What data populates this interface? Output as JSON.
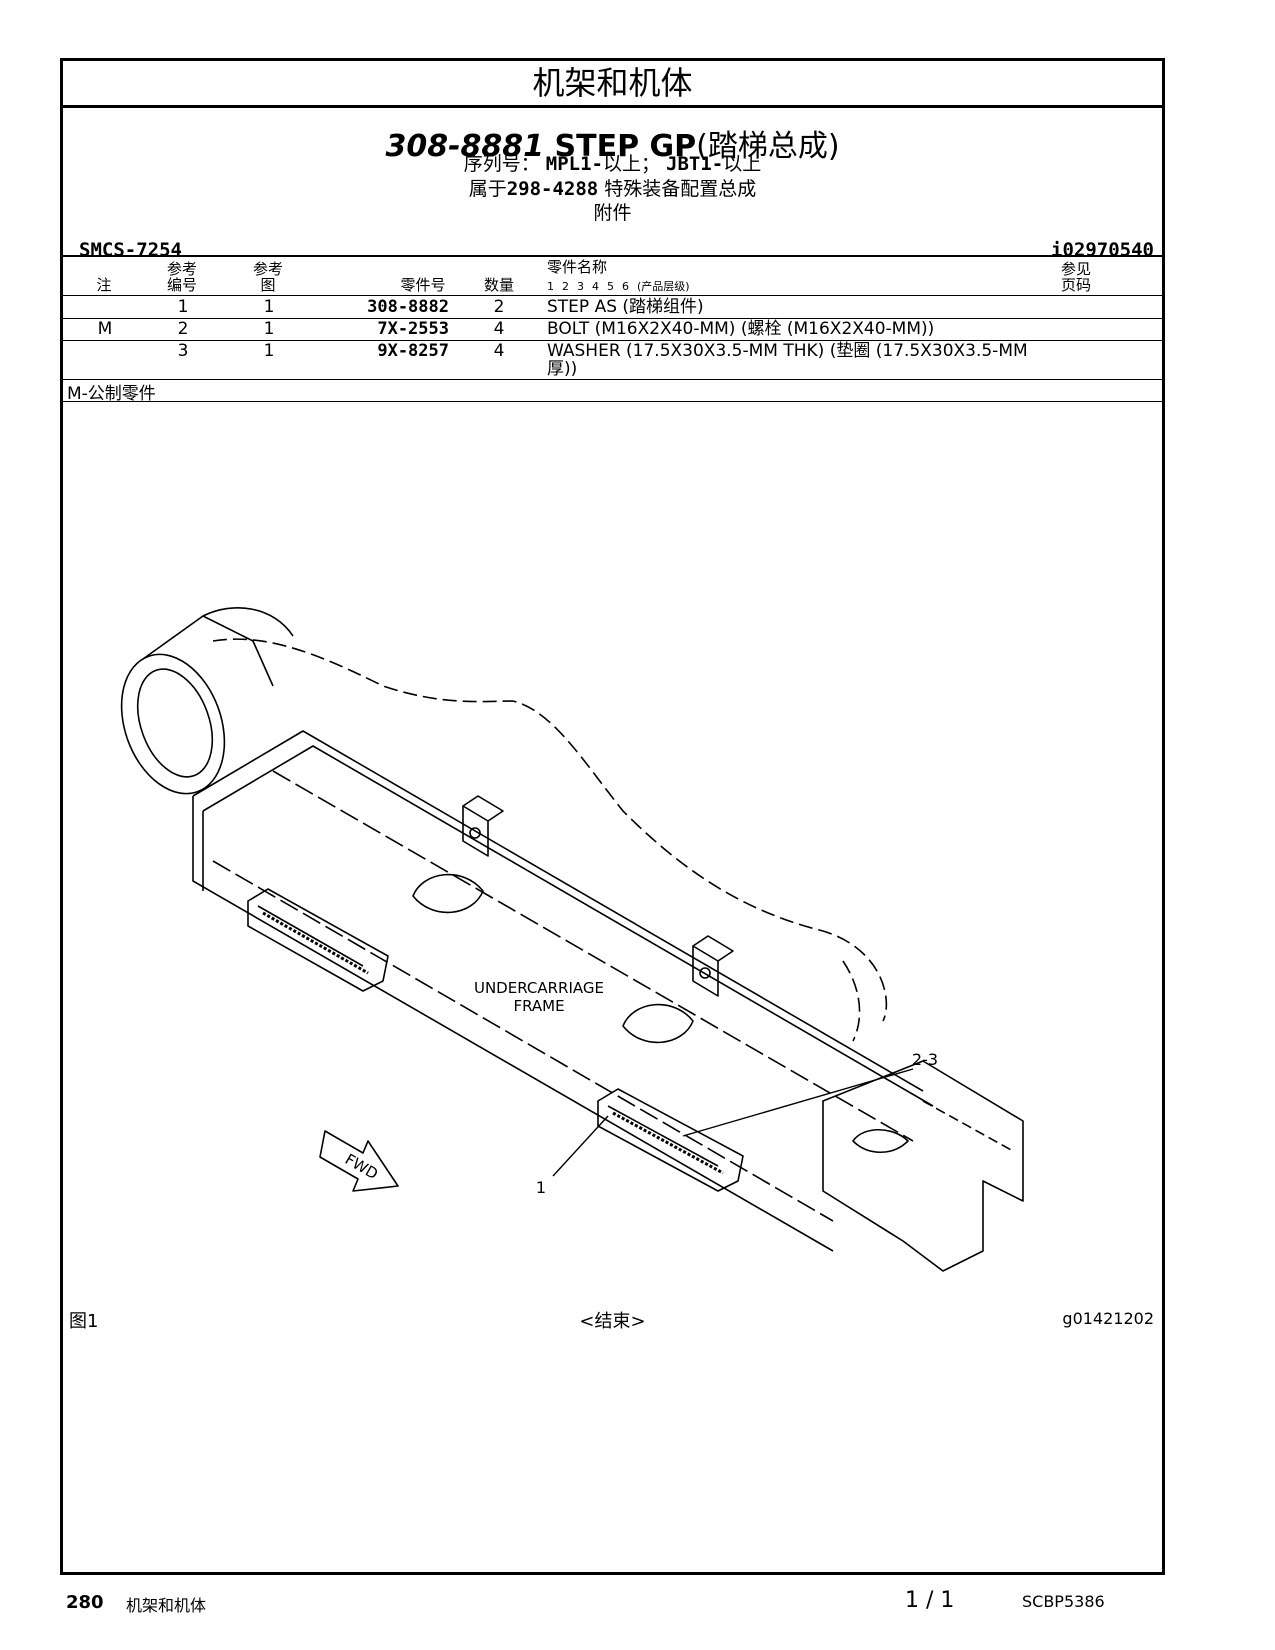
{
  "header": {
    "section_title": "机架和机体",
    "part_number": "308-8881",
    "part_name": "STEP GP",
    "part_name_cn": "(踏梯总成)",
    "serial_label": "序列号：",
    "serial_1": "MPL1-",
    "serial_1_suffix": "以上；",
    "serial_2": "JBT1-",
    "serial_2_suffix": "以上",
    "belongs_prefix": "属于",
    "belongs_part": "298-4288",
    "belongs_suffix": " 特殊装备配置总成",
    "attachment": "附件",
    "smcs": "SMCS-7254",
    "illustration_id": "i02970540"
  },
  "table": {
    "headers": {
      "note": "注",
      "ref_no_1": "参考",
      "ref_no_2": "编号",
      "ref_fig_1": "参考",
      "ref_fig_2": "图",
      "part_no": "零件号",
      "qty": "数量",
      "part_name": "零件名称",
      "levels": [
        "1",
        "2",
        "3",
        "4",
        "5",
        "6"
      ],
      "levels_label": "(产品层级)",
      "see_page_1": "参见",
      "see_page_2": "页码"
    },
    "rows": [
      {
        "note": "",
        "ref": "1",
        "fig": "1",
        "part_no": "308-8882",
        "qty": "2",
        "desc": "STEP AS (踏梯组件)",
        "desc2": ""
      },
      {
        "note": "M",
        "ref": "2",
        "fig": "1",
        "part_no": "7X-2553",
        "qty": "4",
        "desc": "BOLT (M16X2X40-MM) (螺栓 (M16X2X40-MM))",
        "desc2": ""
      },
      {
        "note": "",
        "ref": "3",
        "fig": "1",
        "part_no": "9X-8257",
        "qty": "4",
        "desc": "WASHER (17.5X30X3.5-MM THK) (垫圈 (17.5X30X3.5-MM",
        "desc2": "厚))"
      }
    ],
    "footnote": "M-公制零件"
  },
  "drawing": {
    "label_frame_1": "UNDERCARRIAGE",
    "label_frame_2": "FRAME",
    "callout_1": "1",
    "callout_2": "2-3",
    "fwd": "FWD"
  },
  "figure": {
    "label": "图1",
    "end": "<结束>",
    "graphic_id": "g01421202"
  },
  "footer": {
    "page": "280",
    "section": "机架和机体",
    "page_of": "1 / 1",
    "doc_id": "SCBP5386"
  }
}
